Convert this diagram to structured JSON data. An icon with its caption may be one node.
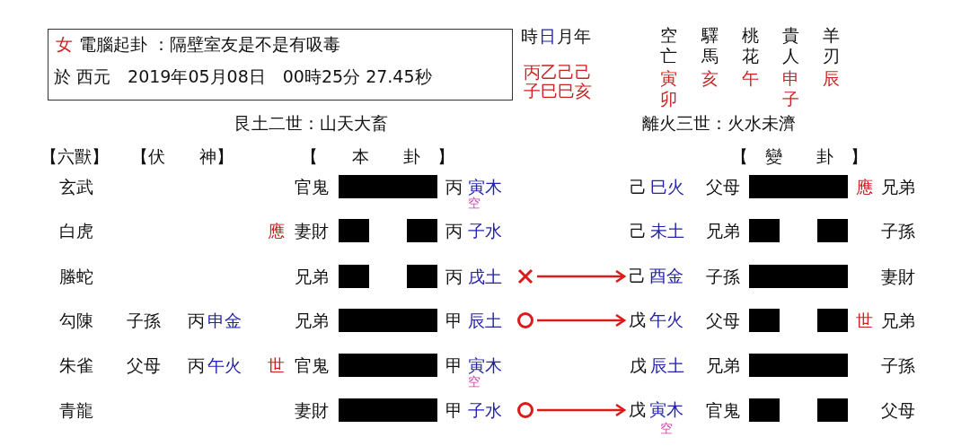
{
  "diagram": {
    "nodes": [
      {
        "text": [
          "女",
          "電腦起卦 ：隔壁室友是不是有吸毒",
          "於 西元　2019年05月08日　00時25分 27.45秒"
        ]
      },
      {
        "text": [],
        "shape": "bar"
      },
      {
        "text": [],
        "shape": "bar"
      },
      {
        "text": [],
        "shape": "bar"
      },
      {
        "text": [],
        "shape": "bar"
      },
      {
        "text": [],
        "shape": "bar"
      },
      {
        "text": [],
        "shape": "bar"
      },
      {
        "text": [],
        "shape": "bar"
      },
      {
        "text": [],
        "shape": "bar"
      },
      {
        "text": [],
        "shape": "bar"
      },
      {
        "text": [],
        "shape": "bar"
      },
      {
        "text": [],
        "shape": "bar"
      },
      {
        "text": [],
        "shape": "bar"
      },
      {
        "text": [],
        "shape": "bar"
      },
      {
        "text": [],
        "shape": "bar"
      },
      {
        "text": [],
        "shape": "bar"
      },
      {
        "text": [],
        "shape": "bar"
      },
      {
        "text": [],
        "shape": "bar"
      },
      {
        "text": [],
        "shape": "cross"
      },
      {
        "text": [],
        "shape": "circle"
      },
      {
        "text": [],
        "shape": "circle"
      },
      {
        "text": [
          "己",
          "酉金"
        ]
      },
      {
        "text": [
          "戊",
          "午火"
        ]
      },
      {
        "text": [
          "戊",
          "寅木"
        ],
        "beside": [
          "空"
        ]
      }
    ],
    "edges": [
      {
        "from": 18,
        "to": 21,
        "arrow": "to"
      },
      {
        "from": 19,
        "to": 22,
        "arrow": "to"
      },
      {
        "from": 20,
        "to": 23,
        "arrow": "to"
      }
    ],
    "labels": [
      "時",
      "日",
      "月年",
      "丙乙己己",
      "子巳巳亥",
      "空亡",
      "驛馬",
      "桃花",
      "貴人",
      "羊刃",
      "寅卯",
      "亥",
      "午",
      "申子",
      "辰",
      "艮土二世：山天大畜",
      "離火三世：火水未濟",
      "【六獸】",
      "【伏　　神】",
      "【　　本　　卦　】",
      "【　變　　卦　】",
      "玄武",
      "官鬼",
      "丙",
      "寅木",
      "空",
      "己",
      "巳火",
      "父母",
      "應",
      "兄弟",
      "白虎",
      "應",
      "妻財",
      "丙",
      "子水",
      "己",
      "未土",
      "兄弟",
      "子孫",
      "螣蛇",
      "兄弟",
      "丙",
      "戌土",
      "子孫",
      "妻財",
      "勾陳",
      "子孫",
      "丙",
      "申金",
      "兄弟",
      "甲",
      "辰土",
      "父母",
      "世",
      "兄弟",
      "朱雀",
      "父母",
      "丙",
      "午火",
      "世",
      "官鬼",
      "甲",
      "寅木",
      "空",
      "戊",
      "辰土",
      "兄弟",
      "子孫",
      "青龍",
      "妻財",
      "甲",
      "子水",
      "官鬼",
      "父母"
    ]
  }
}
